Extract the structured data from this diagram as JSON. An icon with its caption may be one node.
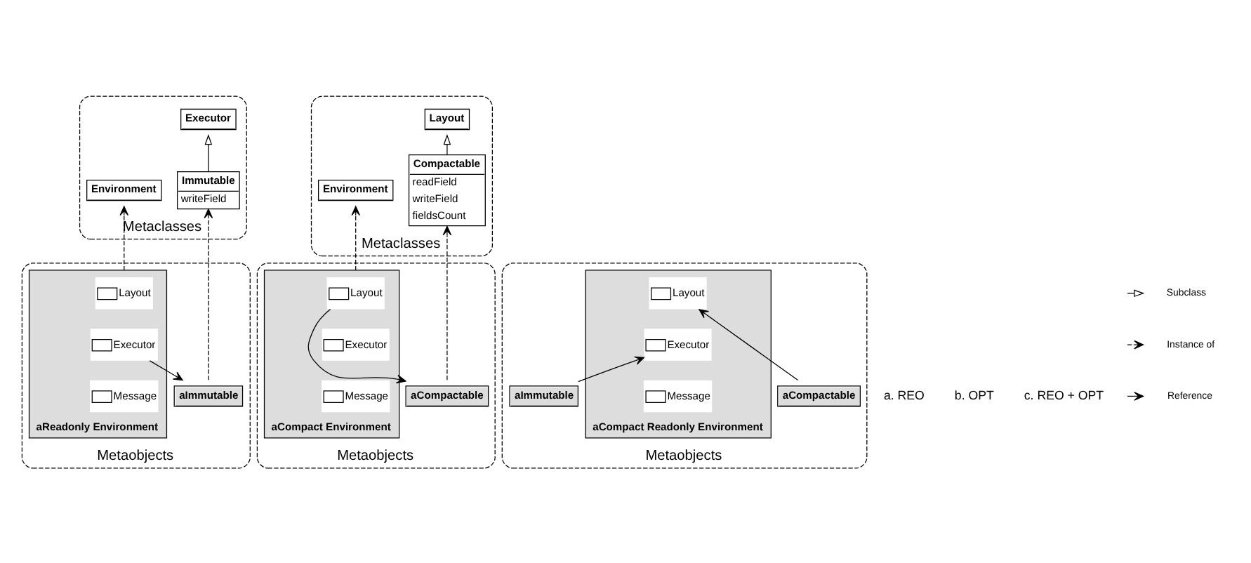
{
  "diagram": {
    "nodes": [
      {
        "text": [
          "Metaclasses"
        ]
      },
      {
        "text": [
          "Executor"
        ],
        "in": 0
      },
      {
        "text": [
          "Environment"
        ],
        "in": 0
      },
      {
        "text": [
          "Immutable",
          "writeField"
        ],
        "in": 0
      },
      {
        "text": [
          "Metaobjects"
        ]
      },
      {
        "text": [
          "aImmutable"
        ],
        "in": 4
      },
      {
        "text": [
          "aReadonly Environment"
        ],
        "in": 4
      },
      {
        "text": [
          "Layout"
        ],
        "in": 6
      },
      {
        "text": [
          "Executor"
        ],
        "in": 6
      },
      {
        "text": [
          "Message"
        ],
        "in": 6
      },
      {
        "text": [
          "Metaclasses"
        ]
      },
      {
        "text": [
          "Layout"
        ],
        "in": 10
      },
      {
        "text": [
          "Environment"
        ],
        "in": 10
      },
      {
        "text": [
          "Compactable",
          "readField",
          "writeField",
          "fieldsCount"
        ],
        "in": 10
      },
      {
        "text": [
          "Metaobjects"
        ]
      },
      {
        "text": [
          "aCompactable"
        ],
        "in": 14
      },
      {
        "text": [
          "aCompact Environment"
        ],
        "in": 14
      },
      {
        "text": [
          "Layout"
        ],
        "in": 16
      },
      {
        "text": [
          "Executor"
        ],
        "in": 16
      },
      {
        "text": [
          "Message"
        ],
        "in": 16
      },
      {
        "text": [
          "Metaobjects"
        ]
      },
      {
        "text": [
          "aCompactable"
        ],
        "in": 20
      },
      {
        "text": [
          "aImmutable"
        ],
        "in": 20
      },
      {
        "text": [
          "aCompact Readonly Environment"
        ],
        "in": 20
      },
      {
        "text": [
          "Layout"
        ],
        "in": 23
      },
      {
        "text": [
          "Executor"
        ],
        "in": 23
      },
      {
        "text": [
          "Message"
        ],
        "in": 23
      }
    ],
    "edges": [
      {
        "from": 3,
        "to": 1,
        "arrow": "to"
      },
      {
        "from": 5,
        "to": 3,
        "arrow": "to",
        "style": "dashed"
      },
      {
        "from": 6,
        "to": 2,
        "arrow": "to",
        "style": "dashed"
      },
      {
        "from": 8,
        "to": 5,
        "arrow": "to"
      },
      {
        "from": 13,
        "to": 11,
        "arrow": "to"
      },
      {
        "from": 15,
        "to": 13,
        "arrow": "to",
        "style": "dashed"
      },
      {
        "from": 16,
        "to": 12,
        "arrow": "to",
        "style": "dashed"
      },
      {
        "from": 17,
        "to": 15,
        "arrow": "to"
      },
      {
        "from": 21,
        "to": 24,
        "arrow": "to"
      },
      {
        "from": 22,
        "to": 25,
        "arrow": "to"
      }
    ],
    "labels": [
      "a. REO",
      "b. OPT",
      "c. REO + OPT"
    ],
    "legend": [
      {
        "text": "Subclass"
      },
      {
        "text": "Instance of"
      },
      {
        "text": "Reference"
      }
    ]
  }
}
